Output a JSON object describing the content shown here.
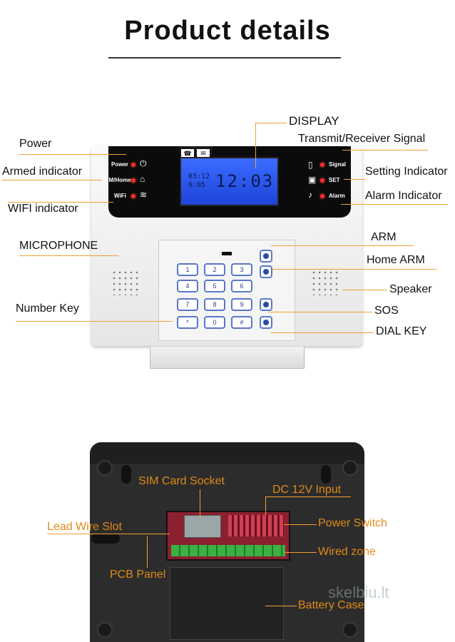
{
  "header": {
    "title": "Product details"
  },
  "front_callouts": {
    "display": "DISPLAY",
    "power": "Power",
    "armed": "Armed indicator",
    "wifi": "WIFI indicator",
    "microphone": "MICROPHONE",
    "number_key": "Number Key",
    "transmit": "Transmit/Receiver Signal",
    "setting": "Setting Indicator",
    "alarm": "Alarm Indicator",
    "arm": "ARM",
    "home_arm": "Home ARM",
    "speaker": "Speaker",
    "sos": "SOS",
    "dial_key": "DIAL KEY"
  },
  "device_labels": {
    "power": "Power",
    "arm_home": "ARM/Home",
    "wifi": "WiFi",
    "signal": "Signal",
    "set": "SET",
    "alarm": "Alarm",
    "lcd_time": "12:03",
    "lcd_small_1": "03:12",
    "lcd_small_2": "6:05"
  },
  "keypad": {
    "keys": [
      "1",
      "2",
      "3",
      "4",
      "5",
      "6",
      "7",
      "8",
      "9",
      "*",
      "0",
      "#"
    ]
  },
  "back_callouts": {
    "sim": "SIM Card Socket",
    "dc": "DC 12V Input",
    "lead": "Lead Wire Slot",
    "power_switch": "Power Switch",
    "wired": "Wired zone",
    "pcb": "PCB Panel",
    "battery": "Battery Case"
  },
  "watermark": "skelbiu.lt",
  "colors": {
    "accent_line": "#f0a030",
    "label_orange": "#e08a18",
    "led": "#ff2a2a",
    "lcd": "#2a55f0"
  }
}
